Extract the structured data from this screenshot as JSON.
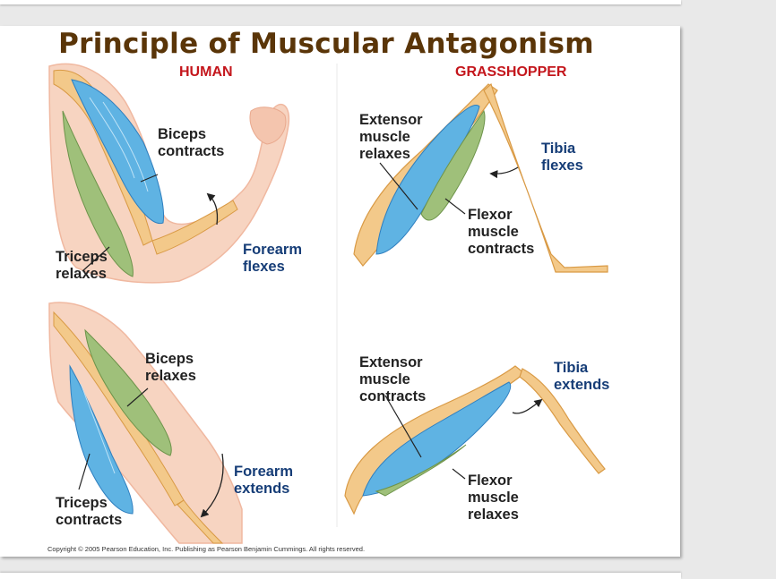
{
  "title": "Principle of Muscular Antagonism",
  "headers": {
    "human": "HUMAN",
    "grasshopper": "GRASSHOPPER"
  },
  "labels": {
    "biceps_contracts": [
      "Biceps",
      "contracts"
    ],
    "triceps_relaxes": [
      "Triceps",
      "relaxes"
    ],
    "forearm_flexes": [
      "Forearm",
      "flexes"
    ],
    "biceps_relaxes": [
      "Biceps",
      "relaxes"
    ],
    "triceps_contracts": [
      "Triceps",
      "contracts"
    ],
    "forearm_extends": [
      "Forearm",
      "extends"
    ],
    "extensor_relaxes": [
      "Extensor",
      "muscle",
      "relaxes"
    ],
    "tibia_flexes": [
      "Tibia",
      "flexes"
    ],
    "flexor_contracts": [
      "Flexor",
      "muscle",
      "contracts"
    ],
    "extensor_contracts": [
      "Extensor",
      "muscle",
      "contracts"
    ],
    "tibia_extends": [
      "Tibia",
      "extends"
    ],
    "flexor_relaxes": [
      "Flexor",
      "muscle",
      "relaxes"
    ]
  },
  "copyright": "Copyright © 2005 Pearson Education, Inc. Publishing as Pearson Benjamin Cummings. All rights reserved.",
  "colors": {
    "title": "#5a3508",
    "header": "#c4161c",
    "action_label": "#163d77",
    "skin": "#f6cfb8",
    "bone": "#f3c98a",
    "contracted_muscle": "#5fb3e3",
    "relaxed_muscle": "#9fc07a"
  }
}
